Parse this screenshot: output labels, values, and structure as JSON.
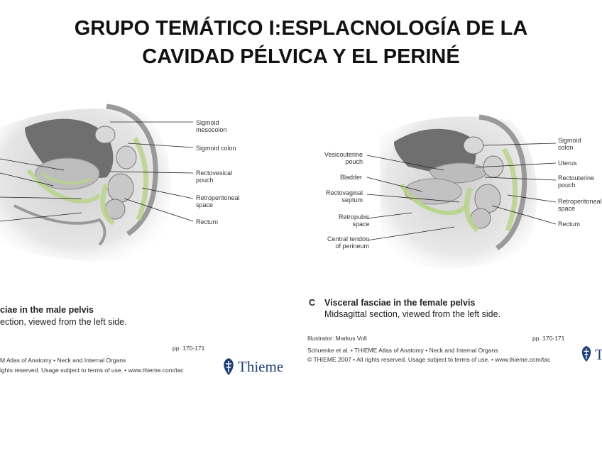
{
  "title": {
    "line1": "GRUPO TEMÁTICO I:ESPLACNOLOGÍA DE LA",
    "line2": "CAVIDAD PÉLVICA Y EL PERINÉ"
  },
  "left_panel": {
    "labels": {
      "sigmoid_mesocolon_1": "Sigmoid",
      "sigmoid_mesocolon_2": "mesocolon",
      "sigmoid_colon": "Sigmoid colon",
      "rectovesical_1": "Rectovesical",
      "rectovesical_2": "pouch",
      "retroperitoneal_1": "Retroperitoneal",
      "retroperitoneal_2": "space",
      "rectum": "Rectum"
    },
    "caption_title": "ciae in the male pelvis",
    "caption_sub": "ection, viewed from the left side.",
    "page_ref": "pp. 170-171",
    "copyright_1": "M Atlas of Anatomy • Neck and Internal Organs",
    "copyright_2": "ights reserved. Usage subject to terms of use. • www.thieme.com/tac",
    "publisher": "Thieme"
  },
  "right_panel": {
    "labels": {
      "vesicouterine_1": "Vesicouterine",
      "vesicouterine_2": "pouch",
      "bladder": "Bladder",
      "rectovaginal_1": "Rectovaginal",
      "rectovaginal_2": "septum",
      "retropubic_1": "Retropubic",
      "retropubic_2": "space",
      "central_tendon_1": "Central tendon",
      "central_tendon_2": "of perineum",
      "sigmoid_colon_1": "Sigmoid",
      "sigmoid_colon_2": "colon",
      "uterus": "Uterus",
      "rectouterine_1": "Rectouterine",
      "rectouterine_2": "pouch",
      "retroperitoneal_1": "Retroperitoneal",
      "retroperitoneal_2": "space",
      "rectum": "Rectum"
    },
    "caption_letter": "C",
    "caption_title": "Visceral fasciae in the female pelvis",
    "caption_sub": "Midsagittal section, viewed from the left side.",
    "illustrator": "Illustrator: Markus Voll",
    "page_ref": "pp. 170-171",
    "copyright_1": "Schuenke et al. • THIEME Atlas of Anatomy • Neck and Internal Organs",
    "copyright_2": "© THIEME 2007 • All rights reserved. Usage subject to terms of use. • www.thieme.com/tac",
    "publisher": "Thieme"
  }
}
